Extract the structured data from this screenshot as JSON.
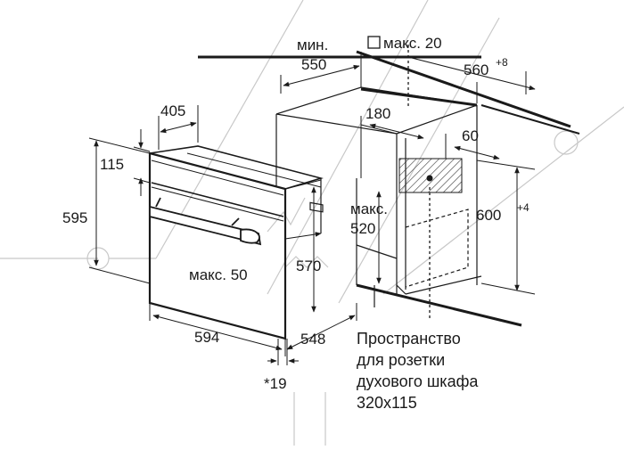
{
  "colors": {
    "line": "#1a1a1a",
    "watermark": "#bfbfbf",
    "hatch": "#333333",
    "background": "#ffffff"
  },
  "labels": {
    "min_word": "мин.",
    "min_value": "550",
    "max20": "макс. 20",
    "niche_width": "560",
    "niche_width_tol": "+8",
    "front_depth": "405",
    "depth_180": "180",
    "depth_60": "60",
    "panel_height": "115",
    "oven_height": "595",
    "niche_height": "600",
    "niche_height_tol": "+4",
    "max_word": "макс.",
    "max_520": "520",
    "body_height": "570",
    "max50": "макс. 50",
    "oven_width": "594",
    "oven_depth": "548",
    "footnote": "*19"
  },
  "socket_note": [
    "Пространство",
    "для розетки",
    "духового шкафа",
    "320x115"
  ],
  "icons": {
    "max20": "square-icon"
  }
}
